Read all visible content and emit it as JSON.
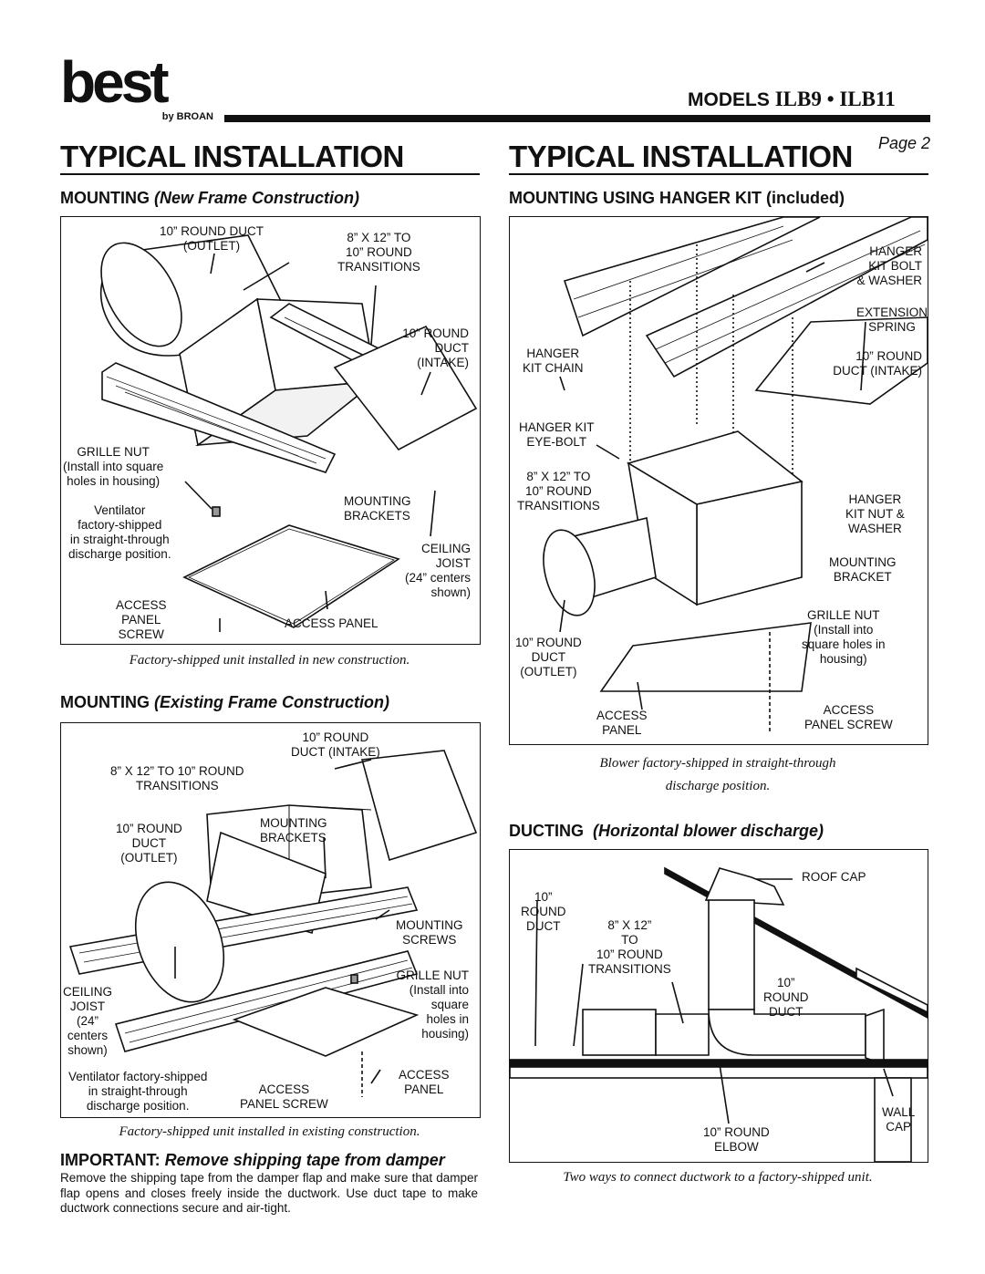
{
  "header": {
    "logo_text": "best",
    "logo_byline": "by BROAN",
    "models_label": "MODELS",
    "models_value": "ILB9 • ILB11",
    "page_label": "Page 2"
  },
  "left_column": {
    "title": "TYPICAL INSTALLATION",
    "new_construction": {
      "heading": "MOUNTING",
      "heading_italic": "(New Frame Construction)",
      "caption": "Factory-shipped unit installed in new construction.",
      "labels": {
        "outlet": "10” ROUND DUCT\n(OUTLET)",
        "transitions": "8” X 12” TO\n10” ROUND\nTRANSITIONS",
        "intake": "10” ROUND\nDUCT\n(INTAKE)",
        "grille_nut": "GRILLE NUT\n(Install into square\nholes in housing)",
        "ventilator": "Ventilator\nfactory-shipped\nin straight-through\ndischarge position.",
        "mounting_brackets": "MOUNTING\nBRACKETS",
        "ceiling_joist": "CEILING\nJOIST\n(24” centers\nshown)",
        "access_screw": "ACCESS\nPANEL\nSCREW",
        "access_panel": "ACCESS PANEL"
      }
    },
    "existing_construction": {
      "heading": "MOUNTING",
      "heading_italic": "(Existing Frame Construction)",
      "caption": "Factory-shipped unit installed in existing construction.",
      "labels": {
        "intake": "10” ROUND\nDUCT (INTAKE)",
        "transitions": "8” X 12” TO 10” ROUND\nTRANSITIONS",
        "outlet": "10” ROUND\nDUCT\n(OUTLET)",
        "mounting_brackets": "MOUNTING\nBRACKETS",
        "mounting_screws": "MOUNTING\nSCREWS",
        "grille_nut": "GRILLE NUT\n(Install into\nsquare\nholes in\nhousing)",
        "ceiling_joist": "CEILING\nJOIST\n(24”\ncenters\nshown)",
        "ventilator": "Ventilator factory-shipped\nin straight-through\ndischarge position.",
        "access_screw": "ACCESS\nPANEL SCREW",
        "access_panel": "ACCESS\nPANEL"
      }
    },
    "important": {
      "title_bold": "IMPORTANT:",
      "title_italic": "Remove shipping tape from damper",
      "text": "Remove the shipping tape from the damper flap and make sure that damper flap opens and closes freely inside the ductwork. Use duct tape to make ductwork connections secure and air-tight."
    }
  },
  "right_column": {
    "title": "TYPICAL INSTALLATION",
    "hanger": {
      "heading": "MOUNTING USING HANGER KIT (included)",
      "caption": "Blower factory-shipped in straight-through\ndischarge position.",
      "labels": {
        "hanger_bolt": "HANGER\nKIT BOLT\n& WASHER",
        "extension_spring": "EXTENSION\nSPRING",
        "intake": "10” ROUND\nDUCT (INTAKE)",
        "chain": "HANGER\nKIT CHAIN",
        "eyebolt": "HANGER KIT\nEYE-BOLT",
        "transitions": "8” X 12” TO\n10” ROUND\nTRANSITIONS",
        "nut_washer": "HANGER\nKIT NUT &\nWASHER",
        "mounting_bracket": "MOUNTING\nBRACKET",
        "grille_nut": "GRILLE NUT\n(Install into\nsquare holes in\nhousing)",
        "outlet": "10” ROUND\nDUCT\n(OUTLET)",
        "access_panel": "ACCESS\nPANEL",
        "access_screw": "ACCESS\nPANEL SCREW"
      }
    },
    "ducting": {
      "heading": "DUCTING",
      "heading_italic": "(Horizontal blower discharge)",
      "caption": "Two ways to connect ductwork to a factory-shipped unit.",
      "labels": {
        "roof_cap": "ROOF CAP",
        "round_duct_left": "10”\nROUND\nDUCT",
        "transitions": "8” X 12”\nTO\n10” ROUND\nTRANSITIONS",
        "round_duct_right": "10”\nROUND\nDUCT",
        "wall_cap": "WALL\nCAP",
        "elbow": "10” ROUND\nELBOW"
      }
    }
  }
}
